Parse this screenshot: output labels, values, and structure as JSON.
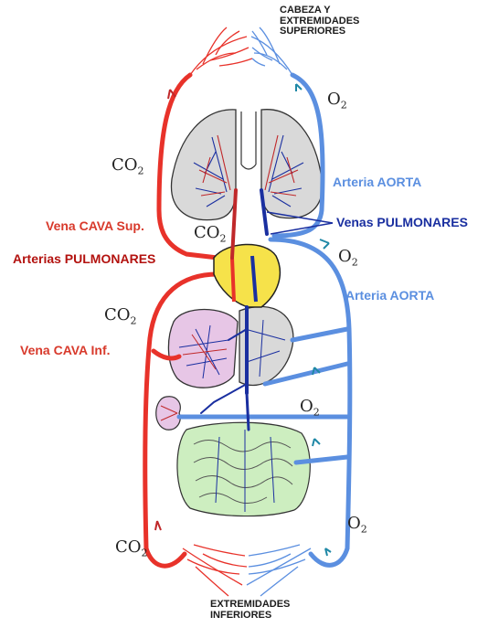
{
  "regions": {
    "top": [
      "CABEZA Y",
      "EXTREMIDADES",
      "SUPERIORES"
    ],
    "bottom": [
      "EXTREMIDADES",
      "INFERIORES"
    ]
  },
  "vessels": {
    "aorta_upper": "Arteria AORTA",
    "venas_pulmonares": "Venas PULMONARES",
    "vena_cava_sup": "Vena CAVA Sup.",
    "arterias_pulmonares": "Arterias PULMONARES",
    "aorta_lower": "Arteria AORTA",
    "vena_cava_inf": "Vena CAVA Inf."
  },
  "gases": {
    "co2": "CO",
    "o2": "O",
    "sub": "2"
  },
  "colors": {
    "deoxygenated": "#e8322a",
    "oxygenated": "#5b8fe0",
    "dark_vessels": "#1a2fa0",
    "organs": "#d9d9d9",
    "heart": "#f6e24a",
    "liver": "#e7c6e6",
    "intestine": "#cdeec0"
  }
}
